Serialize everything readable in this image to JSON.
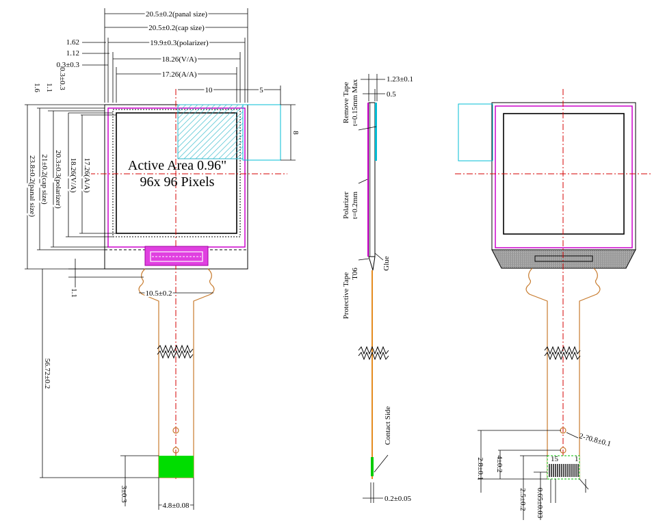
{
  "front_view": {
    "panel_size_w": "20.5±0.2(panal size)",
    "cap_size_w": "20.5±0.2(cap size)",
    "polarizer_w": "19.9±0.3(polarizer)",
    "va_w": "18.26(V/A)",
    "aa_w": "17.26(A/A)",
    "left_1_62": "1.62",
    "left_1_12": "1.12",
    "left_0_3": "0.3±0.3",
    "top_10": "10",
    "top_5": "5",
    "right_8": "8",
    "v_1_6": "1.6",
    "v_1_1_top": "1.1",
    "v_0_3": "0.3±0.3",
    "panel_size_h": "23.8±0.2(panal size)",
    "cap_size_h": "21±0.2(cap size)",
    "polarizer_h": "20.3±0.3(polarizer)",
    "va_h": "18.26(V/A)",
    "aa_h": "17.26(A/A)",
    "v_1_1_bottom": "1.1",
    "active_area_line1": "Active Area 0.96\"",
    "active_area_line2": "96x 96 Pixels",
    "fpc_width": "10.5±0.2",
    "total_length": "56.72±0.2",
    "stiffener_h": "3±0.3",
    "contact_w": "4.8±0.08"
  },
  "side_view": {
    "thickness_max": "1.23±0.1",
    "thickness_0_5": "0.5",
    "remove_tape_1": "Remove Tape",
    "remove_tape_2": "t=0.15mm Max",
    "polarizer_1": "Polarizer",
    "polarizer_2": "t=0.2mm",
    "glue": "Glue",
    "protective_tape_1": "Protective Tape",
    "protective_tape_2": "T06",
    "contact_side": "Contact Side",
    "fpc_thickness": "0.2±0.05"
  },
  "back_view": {
    "hole": "2-?0.8±0.1",
    "pin_15": "15",
    "pin_1": "1",
    "dim_4": "4±0.2",
    "dim_2_8": "2.8±0.1",
    "dim_2_5": "2.5±0.2",
    "dim_0_65": "0.65±0.03"
  },
  "colors": {
    "centerline": "#d40000",
    "polarizer": "#cc00cc",
    "remove_tape": "#00bcd4",
    "fpc": "#c77a2c",
    "contact": "#00cc00",
    "ic": "#e040e0"
  }
}
